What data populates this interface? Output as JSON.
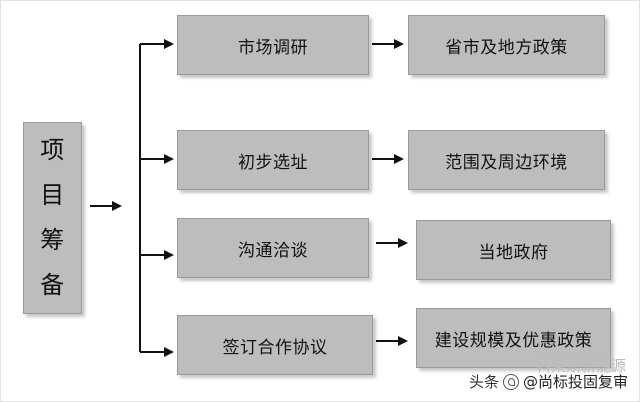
{
  "diagram": {
    "root": [
      "项",
      "目",
      "筹",
      "备"
    ],
    "steps": [
      {
        "label": "市场调研",
        "result": "省市及地方政策"
      },
      {
        "label": "初步选址",
        "result": "范围及周边环境"
      },
      {
        "label": "沟通洽谈",
        "result": "当地政府"
      },
      {
        "label": "签订合作协议",
        "result": "建设规模及优惠政策"
      }
    ]
  },
  "watermark": {
    "prefix": "头条",
    "handle": "@尚标投固复审",
    "faded": "科莱斯新能源"
  },
  "colors": {
    "box": "#bdbdbd",
    "line": "#111111"
  }
}
